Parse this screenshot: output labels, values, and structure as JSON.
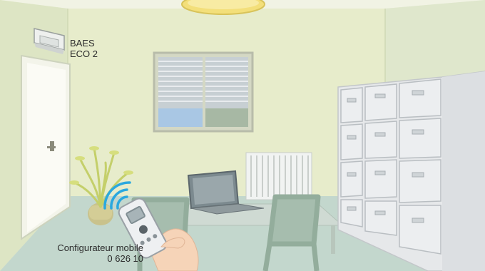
{
  "device_label": {
    "line1": "BAES",
    "line2": "ECO 2"
  },
  "configurator_label": {
    "line1": "Configurateur mobile",
    "line2": "0 626 10"
  },
  "colors": {
    "back_wall": "#e6ecc8",
    "left_wall": "#dfe6c6",
    "floor": "#bfd3c9",
    "cabinet": "#e4e6e8",
    "chair": "#9fb6a6",
    "signal": "#2aa8df",
    "lamp": "#f3df7a"
  },
  "icons": [
    "baes-device-icon",
    "wireless-signal-icon",
    "ceiling-lamp-icon"
  ]
}
